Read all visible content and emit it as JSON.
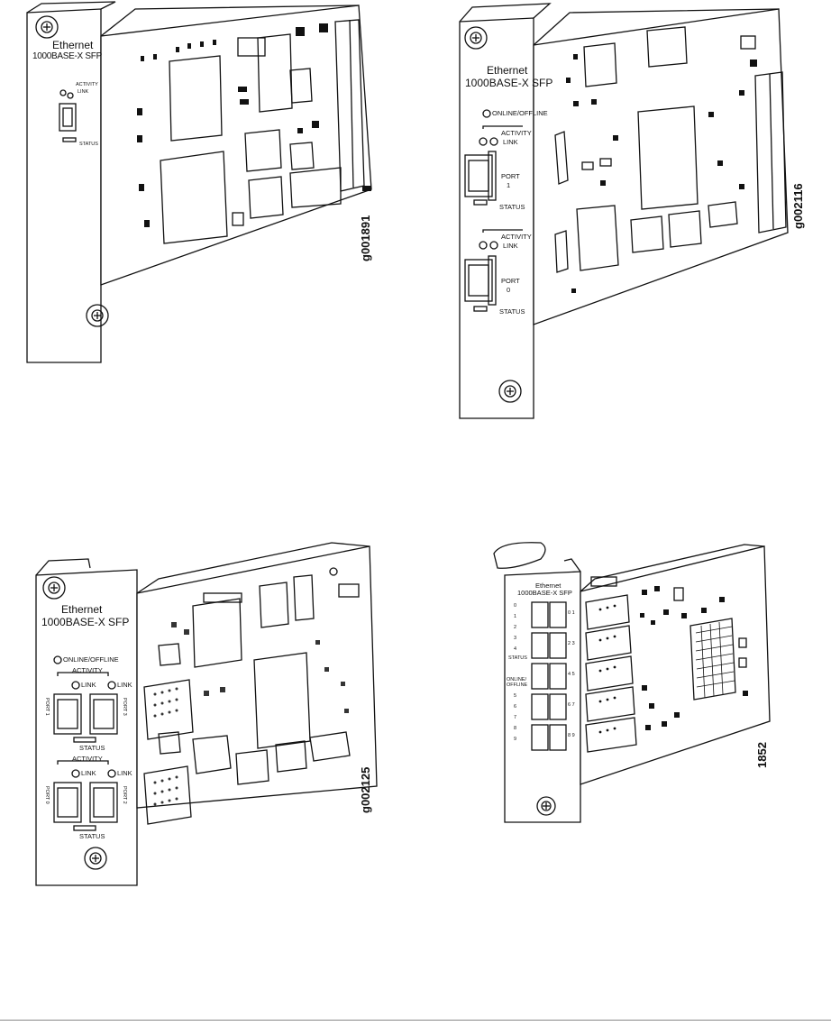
{
  "figures": [
    {
      "id": "g001891",
      "title_line1": "Ethernet",
      "title_line2": "1000BASE-X SFP",
      "labels": [
        "ACTIVITY",
        "LINK",
        "STATUS"
      ]
    },
    {
      "id": "g002116",
      "title_line1": "Ethernet",
      "title_line2": "1000BASE-X SFP",
      "online": "ONLINE/OFFLINE",
      "port1": {
        "activity": "ACTIVITY",
        "link": "LINK",
        "port": "PORT",
        "num": "1",
        "status": "STATUS"
      },
      "port0": {
        "activity": "ACTIVITY",
        "link": "LINK",
        "port": "PORT",
        "num": "0",
        "status": "STATUS"
      }
    },
    {
      "id": "g002125",
      "title_line1": "Ethernet",
      "title_line2": "1000BASE-X SFP",
      "online": "ONLINE/OFFLINE",
      "upper": {
        "activity": "ACTIVITY",
        "link_left": "LINK",
        "link_right": "LINK",
        "port_left": "PORT 1",
        "port_right": "PORT 3",
        "status": "STATUS"
      },
      "lower": {
        "activity": "ACTIVITY",
        "link_left": "LINK",
        "link_right": "LINK",
        "port_left": "PORT 0",
        "port_right": "PORT 2",
        "status": "STATUS"
      }
    },
    {
      "id": "1852",
      "title_line1": "Ethernet",
      "title_line2": "1000BASE-X SFP",
      "status": "STATUS",
      "online_offline": "ONLINE/ OFFLINE",
      "left_ports": [
        "0",
        "1",
        "2",
        "3",
        "4",
        "5",
        "6",
        "7",
        "8",
        "9"
      ],
      "right_ports": [
        "0 1",
        "2 3",
        "4 5",
        "6 7",
        "8 9"
      ]
    }
  ]
}
